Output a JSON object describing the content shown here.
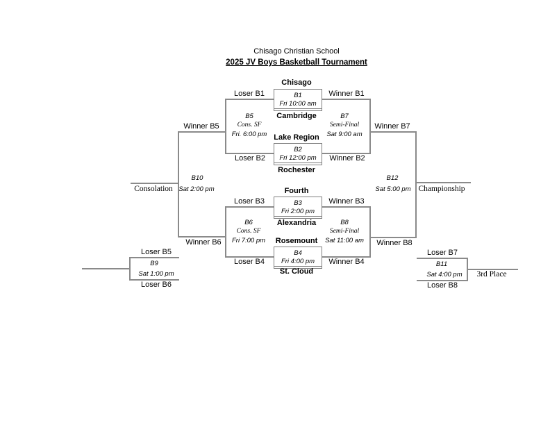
{
  "header": {
    "school": "Chisago Christian School",
    "title": "2025 JV Boys Basketball Tournament"
  },
  "games": {
    "b1": {
      "id": "B1",
      "time": "Fri  10:00 am",
      "top_team": "Chisago",
      "bottom_team": "Cambridge",
      "loser": "Loser B1",
      "winner": "Winner B1"
    },
    "b2": {
      "id": "B2",
      "time": "Fri 12:00 pm",
      "top_team": "Lake Region",
      "bottom_team": "Rochester",
      "loser": "Loser B2",
      "winner": "Winner B2"
    },
    "b3": {
      "id": "B3",
      "time": "Fri 2:00 pm",
      "top_team": "Fourth",
      "bottom_team": "Alexandria",
      "loser": "Loser B3",
      "winner": "Winner B3"
    },
    "b4": {
      "id": "B4",
      "time": "Fri 4:00 pm",
      "top_team": "Rosemount",
      "bottom_team": "St. Cloud",
      "loser": "Loser B4",
      "winner": "Winner B4"
    },
    "b5": {
      "id": "B5",
      "label": "Cons. SF",
      "time": "Fri. 6:00 pm",
      "winner": "Winner B5"
    },
    "b6": {
      "id": "B6",
      "label": "Cons. SF",
      "time": "Fri 7:00 pm",
      "winner": "Winner B6"
    },
    "b7": {
      "id": "B7",
      "label": "Semi-Final",
      "time": "Sat 9:00 am",
      "winner": "Winner B7"
    },
    "b8": {
      "id": "B8",
      "label": "Semi-Final",
      "time": "Sat 11:00 am",
      "winner": "Winner B8"
    },
    "b9": {
      "id": "B9",
      "time": "Sat 1:00 pm",
      "top": "Loser B5",
      "bottom": "Loser B6"
    },
    "b10": {
      "id": "B10",
      "time": "Sat 2:00 pm",
      "final_label": "Consolation"
    },
    "b11": {
      "id": "B11",
      "time": "Sat 4:00 pm",
      "top": "Loser B7",
      "bottom": "Loser B8",
      "final_label": "3rd Place"
    },
    "b12": {
      "id": "B12",
      "time": "Sat 5:00 pm",
      "final_label": "Championship"
    }
  }
}
